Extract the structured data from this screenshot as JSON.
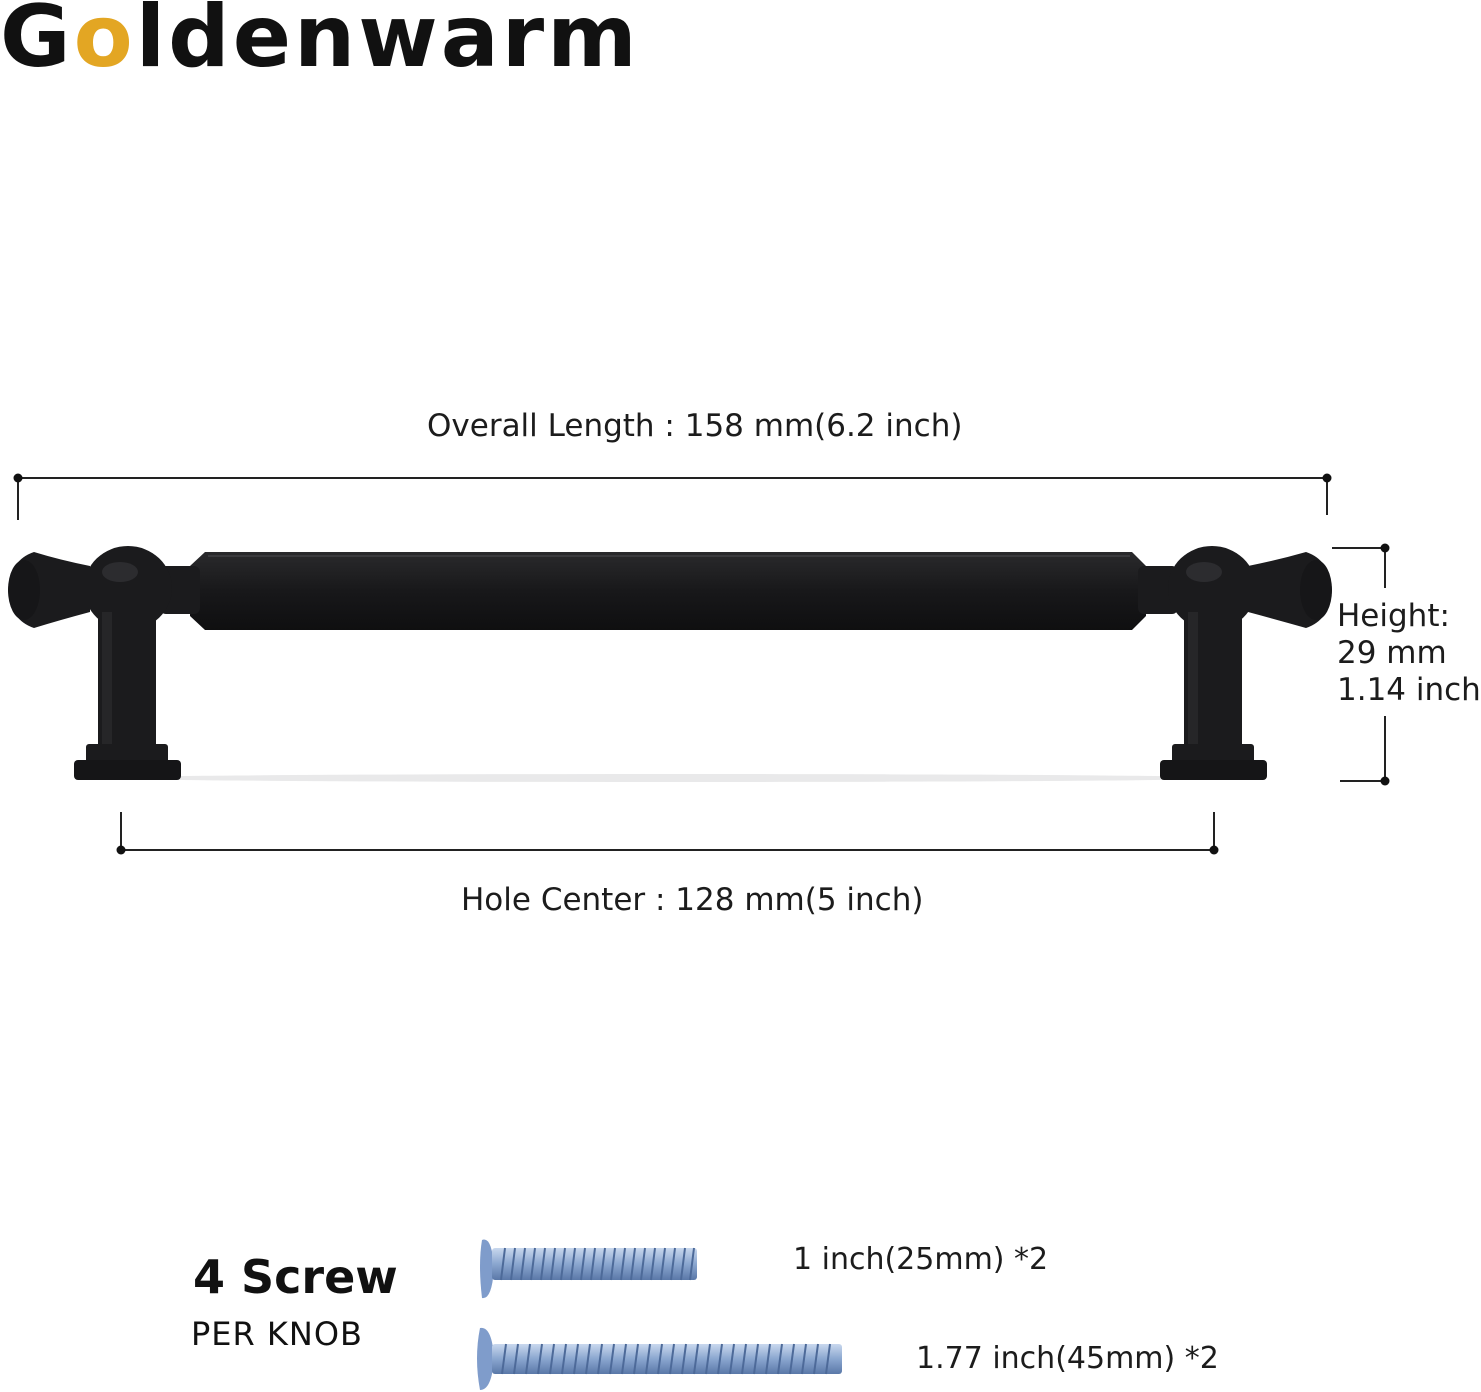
{
  "brand": {
    "logo_text_before": "G",
    "logo_accent": "o",
    "logo_text_after": "ldenwarm",
    "accent_color": "#e3a623",
    "text_color": "#111111"
  },
  "dimensions": {
    "overall_length": "Overall Length : 158 mm(6.2 inch)",
    "hole_center": "Hole Center : 128 mm(5 inch)",
    "height_title": "Height:",
    "height_mm": "29 mm",
    "height_inch": "1.14 inch"
  },
  "product": {
    "name": "cabinet-pull-handle",
    "finish_color": "#1b1b1d"
  },
  "screws": {
    "title": "4 Screw",
    "subtitle": "PER KNOB",
    "items": [
      {
        "label": "1 inch(25mm) *2",
        "color": "#9fb6d8"
      },
      {
        "label": "1.77 inch(45mm) *2",
        "color": "#9fb6d8"
      }
    ]
  }
}
